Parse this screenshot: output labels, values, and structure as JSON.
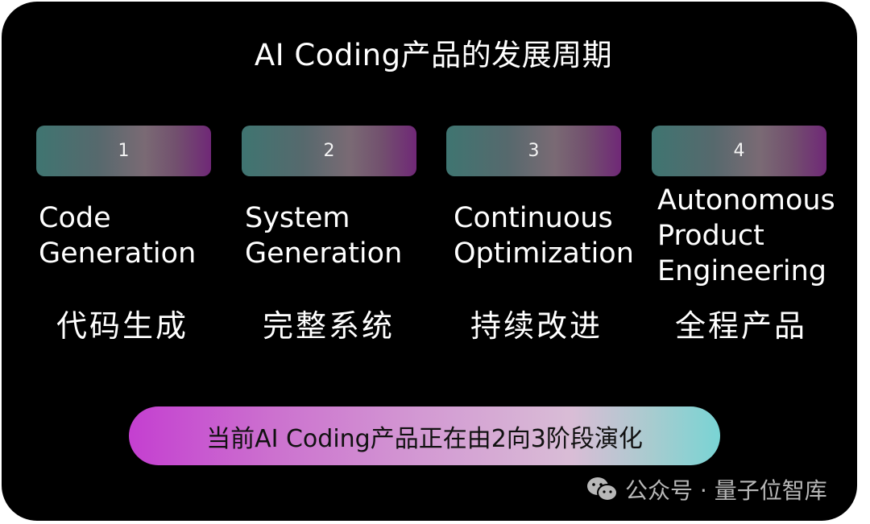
{
  "title": "AI Coding产品的发展周期",
  "stages": [
    {
      "number": "1",
      "english": "Code\nGeneration",
      "english_lines": [
        "Code",
        "Generation"
      ],
      "chinese": "代码生成"
    },
    {
      "number": "2",
      "english": "System\nGeneration",
      "english_lines": [
        "System",
        "Generation"
      ],
      "chinese": "完整系统"
    },
    {
      "number": "3",
      "english": "Continuous\nOptimization",
      "english_lines": [
        "Continuous",
        "Optimization"
      ],
      "chinese": "持续改进"
    },
    {
      "number": "4",
      "english": "Autonomous\nProduct\nEngineering",
      "english_lines": [
        "Autonomous",
        "Product",
        "Engineering"
      ],
      "chinese": "全程产品"
    }
  ],
  "summary": "当前AI Coding产品正在由2向3阶段演化",
  "watermark": {
    "icon": "wechat-icon",
    "text": "公众号 · 量子位智库"
  },
  "colors": {
    "background": "#000000",
    "badge_gradient": [
      "#3f7571",
      "#7a6a74",
      "#702877"
    ],
    "pill_gradient": [
      "#c43fd0",
      "#d9bdd6",
      "#79d4d4"
    ]
  }
}
